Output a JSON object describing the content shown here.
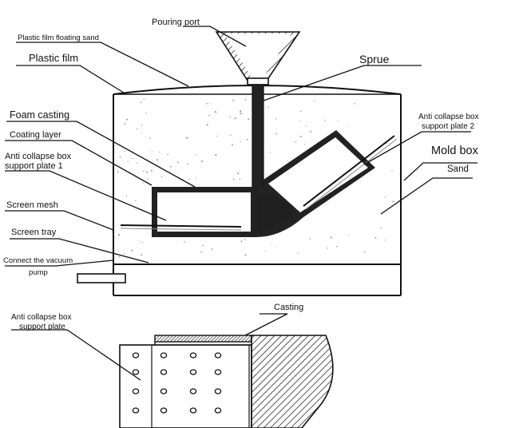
{
  "labels": {
    "pouring_port": "Pouring port",
    "plastic_film_floating_sand": "Plastic film floating sand",
    "plastic_film": "Plastic film",
    "sprue": "Sprue",
    "foam_casting": "Foam casting",
    "coating_layer": "Coating layer",
    "anti_collapse_box_support_plate_1_line1": "Anti collapse box",
    "anti_collapse_box_support_plate_1_line2": "support plate 1",
    "anti_collapse_box_support_plate_2_line1": "Anti collapse box",
    "anti_collapse_box_support_plate_2_line2": "support plate 2",
    "mold_box": "Mold box",
    "sand": "Sand",
    "screen_mesh": "Screen mesh",
    "screen_tray": "Screen tray",
    "connect_vacuum_pump_line1": "Connect the vacuum",
    "connect_vacuum_pump_line2": "pump",
    "casting": "Casting",
    "anti_collapse_box_support_plate_line1": "Anti collapse box",
    "anti_collapse_box_support_plate_line2": "support plate"
  },
  "colors": {
    "line": "#111111",
    "fill_dark": "#222222",
    "sand_dot": "#9a9a9a"
  }
}
